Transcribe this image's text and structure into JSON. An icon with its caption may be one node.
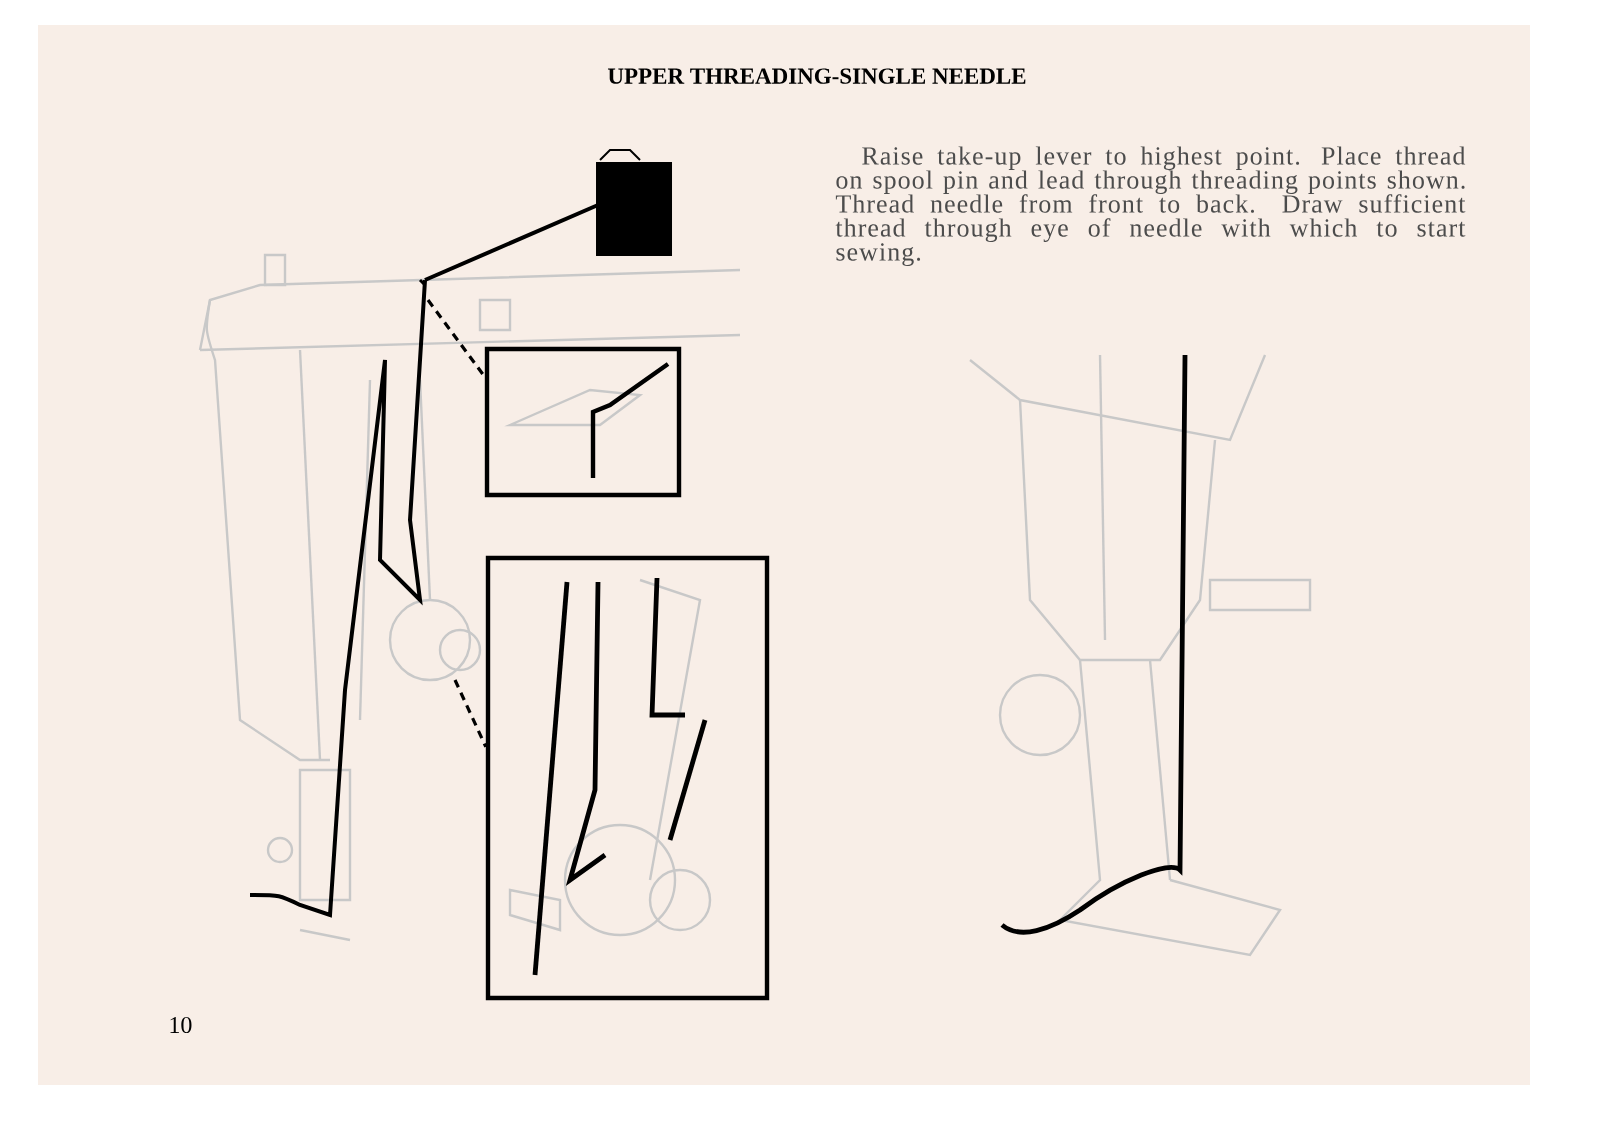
{
  "diagram": {
    "title": "UPPER THREADING-SINGLE NEEDLE",
    "nodes": [
      {
        "text": [],
        "shape": "picture"
      },
      {
        "text": [],
        "shape": "picture"
      }
    ],
    "edges": [
      {
        "from": null,
        "to": 0,
        "arrow": "none",
        "style": "dashed"
      },
      {
        "from": null,
        "to": 1,
        "arrow": "none",
        "style": "dashed"
      }
    ],
    "labels": [
      "Raise take-up lever to highest point. Place thread on spool pin and lead through threading points shown. Thread needle from front to back. Draw sufficient thread through eye of needle with which to start sewing.",
      "10"
    ]
  }
}
